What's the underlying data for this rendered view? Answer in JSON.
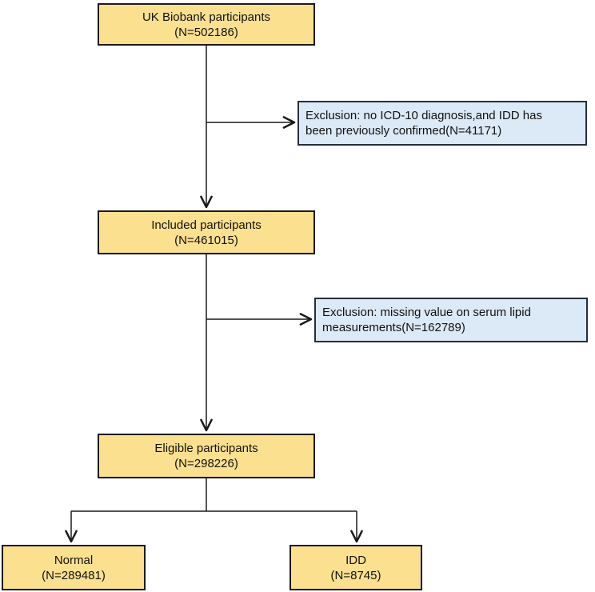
{
  "colors": {
    "background": "#ffffff",
    "main_box_fill": "#fbe08f",
    "main_box_border": "#1a1a1a",
    "exclusion_box_fill": "#dce9f6",
    "exclusion_box_border": "#22303e",
    "connector_line": "#1a1a1a",
    "text": "#111111"
  },
  "boxes": {
    "uk_biobank": {
      "line1": "UK Biobank participants",
      "line2": "(N=502186)"
    },
    "exclusion_icd": {
      "line1": "Exclusion: no ICD-10 diagnosis,and IDD has",
      "line2": "been previously confirmed(N=41171)"
    },
    "included": {
      "line1": "Included participants",
      "line2": "(N=461015)"
    },
    "exclusion_lipid": {
      "line1": "Exclusion: missing value on serum lipid",
      "line2": "measurements(N=162789)"
    },
    "eligible": {
      "line1": "Eligible participants",
      "line2": "(N=298226)"
    },
    "normal": {
      "line1": "Normal",
      "line2": "(N=289481)"
    },
    "idd": {
      "line1": "IDD",
      "line2": "(N=8745)"
    }
  },
  "counts": {
    "uk_biobank": 502186,
    "excluded_no_icd10_idd_confirmed": 41171,
    "included": 461015,
    "excluded_missing_serum_lipid": 162789,
    "eligible": 298226,
    "normal": 289481,
    "idd": 8745
  }
}
